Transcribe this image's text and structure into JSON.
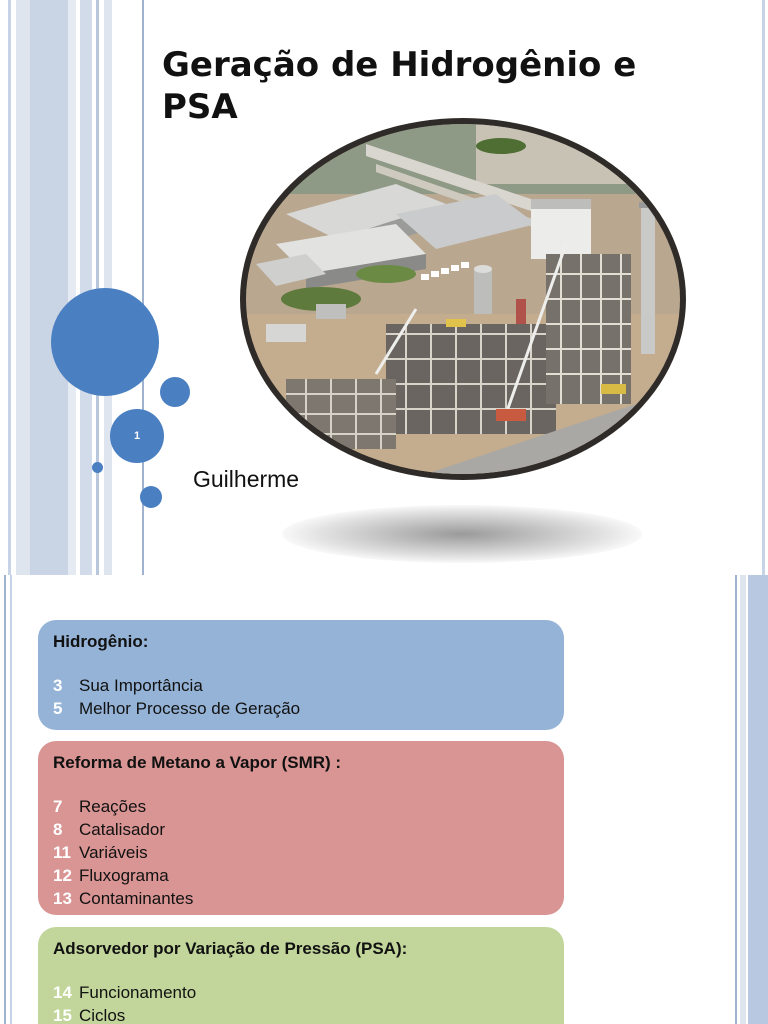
{
  "slide1": {
    "title": "Geração de Hidrogênio e PSA",
    "page_number": "1",
    "author": "Guilherme",
    "image_description_icon": "industrial-plant-photo"
  },
  "slide2": {
    "sections": [
      {
        "heading": "Hidrogênio:",
        "color": "#95b3d7",
        "items": [
          {
            "num": "3",
            "text": "Sua Importância"
          },
          {
            "num": "5",
            "text": "Melhor Processo de Geração"
          }
        ]
      },
      {
        "heading": "Reforma de Metano a Vapor (SMR) :",
        "color": "#d99594",
        "items": [
          {
            "num": "7",
            "text": "Reações"
          },
          {
            "num": "8",
            "text": "Catalisador"
          },
          {
            "num": "11",
            "text": "Variáveis"
          },
          {
            "num": "12",
            "text": "Fluxograma"
          },
          {
            "num": "13",
            "text": "Contaminantes"
          }
        ]
      },
      {
        "heading": "Adsorvedor por Variação de Pressão (PSA):",
        "color": "#c2d69b",
        "items": [
          {
            "num": "14",
            "text": "Funcionamento"
          },
          {
            "num": "15",
            "text": "Ciclos"
          }
        ]
      }
    ]
  },
  "colors": {
    "accent_blue": "#4a7fc1",
    "stripe_blue": "#c9d4e5"
  }
}
